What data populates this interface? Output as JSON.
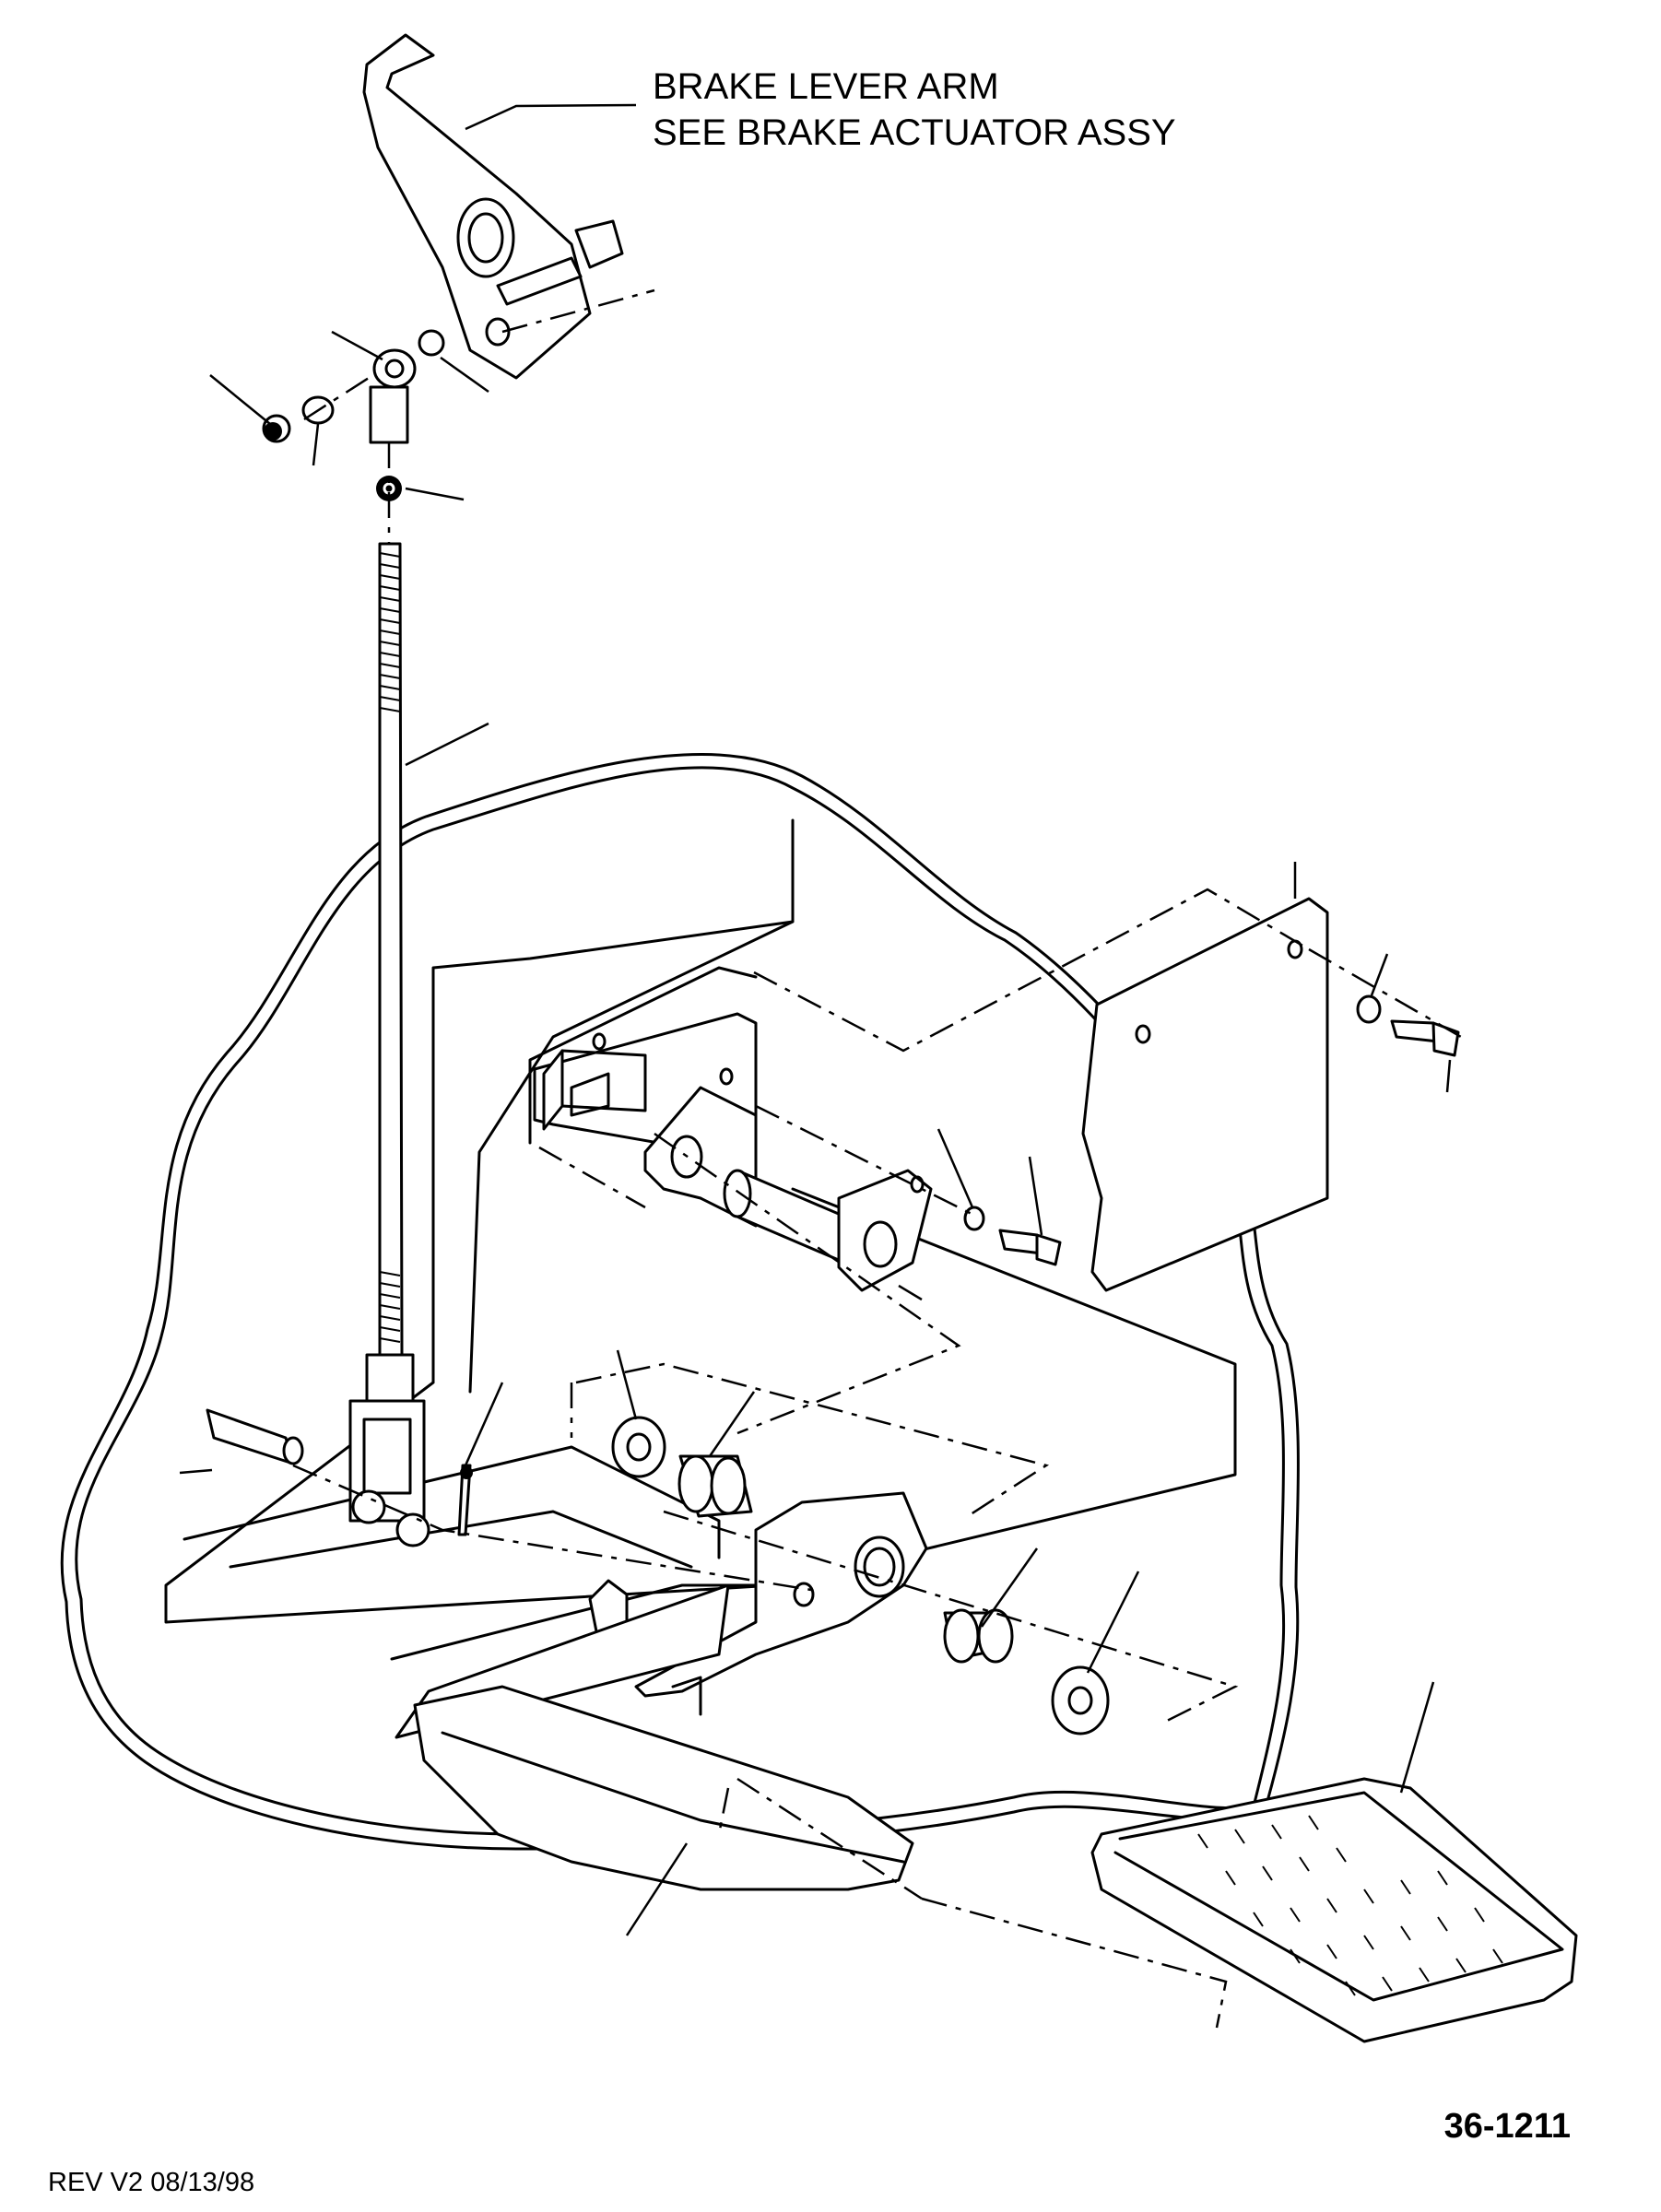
{
  "callout": {
    "title": "BRAKE LEVER ARM",
    "subtitle": "SEE BRAKE ACTUATOR ASSY"
  },
  "drawing_number": "36-1211",
  "revision": "REV V2 08/13/98"
}
